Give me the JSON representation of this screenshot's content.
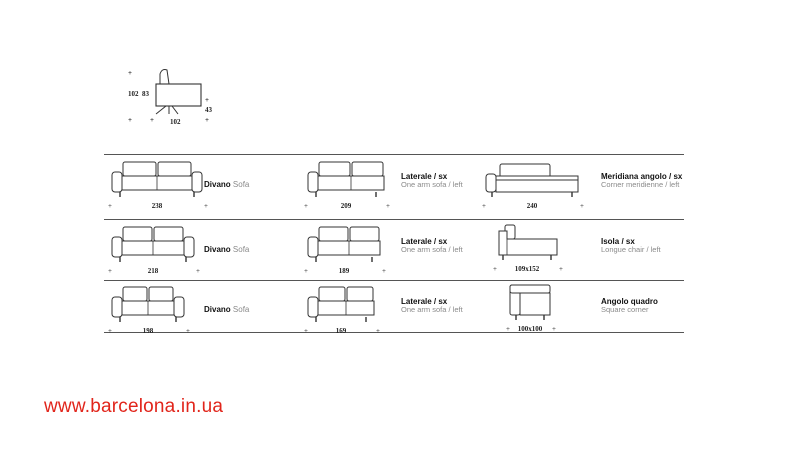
{
  "side_view": {
    "height_total": "102",
    "height_back": "83",
    "seat_height": "43",
    "depth": "102"
  },
  "rows": [
    {
      "cells": [
        {
          "kind": "sofa3",
          "width": "238",
          "title": "Divano",
          "subtitle": "Sofa"
        },
        {
          "kind": "onearm3",
          "width": "209",
          "title": "Laterale / sx",
          "subtitle": "One arm sofa / left"
        },
        {
          "kind": "meridienne",
          "width": "240",
          "title": "Meridiana angolo / sx",
          "subtitle": "Corner meridienne / left"
        }
      ]
    },
    {
      "cells": [
        {
          "kind": "sofa2",
          "width": "218",
          "title": "Divano",
          "subtitle": "Sofa"
        },
        {
          "kind": "onearm2",
          "width": "189",
          "title": "Laterale / sx",
          "subtitle": "One arm sofa / left"
        },
        {
          "kind": "chaise",
          "width": "109x152",
          "title": "Isola / sx",
          "subtitle": "Longue chair / left"
        }
      ]
    },
    {
      "cells": [
        {
          "kind": "sofa2s",
          "width": "198",
          "title": "Divano",
          "subtitle": "Sofa"
        },
        {
          "kind": "onearm2s",
          "width": "169",
          "title": "Laterale / sx",
          "subtitle": "One arm sofa / left"
        },
        {
          "kind": "corner",
          "width": "100x100",
          "title": "Angolo quadro",
          "subtitle": "Square corner"
        }
      ]
    }
  ],
  "footer": {
    "url": "www.barcelona.in.ua"
  },
  "colors": {
    "url": "#e1251b",
    "line": "#333333",
    "rule": "#555555"
  }
}
